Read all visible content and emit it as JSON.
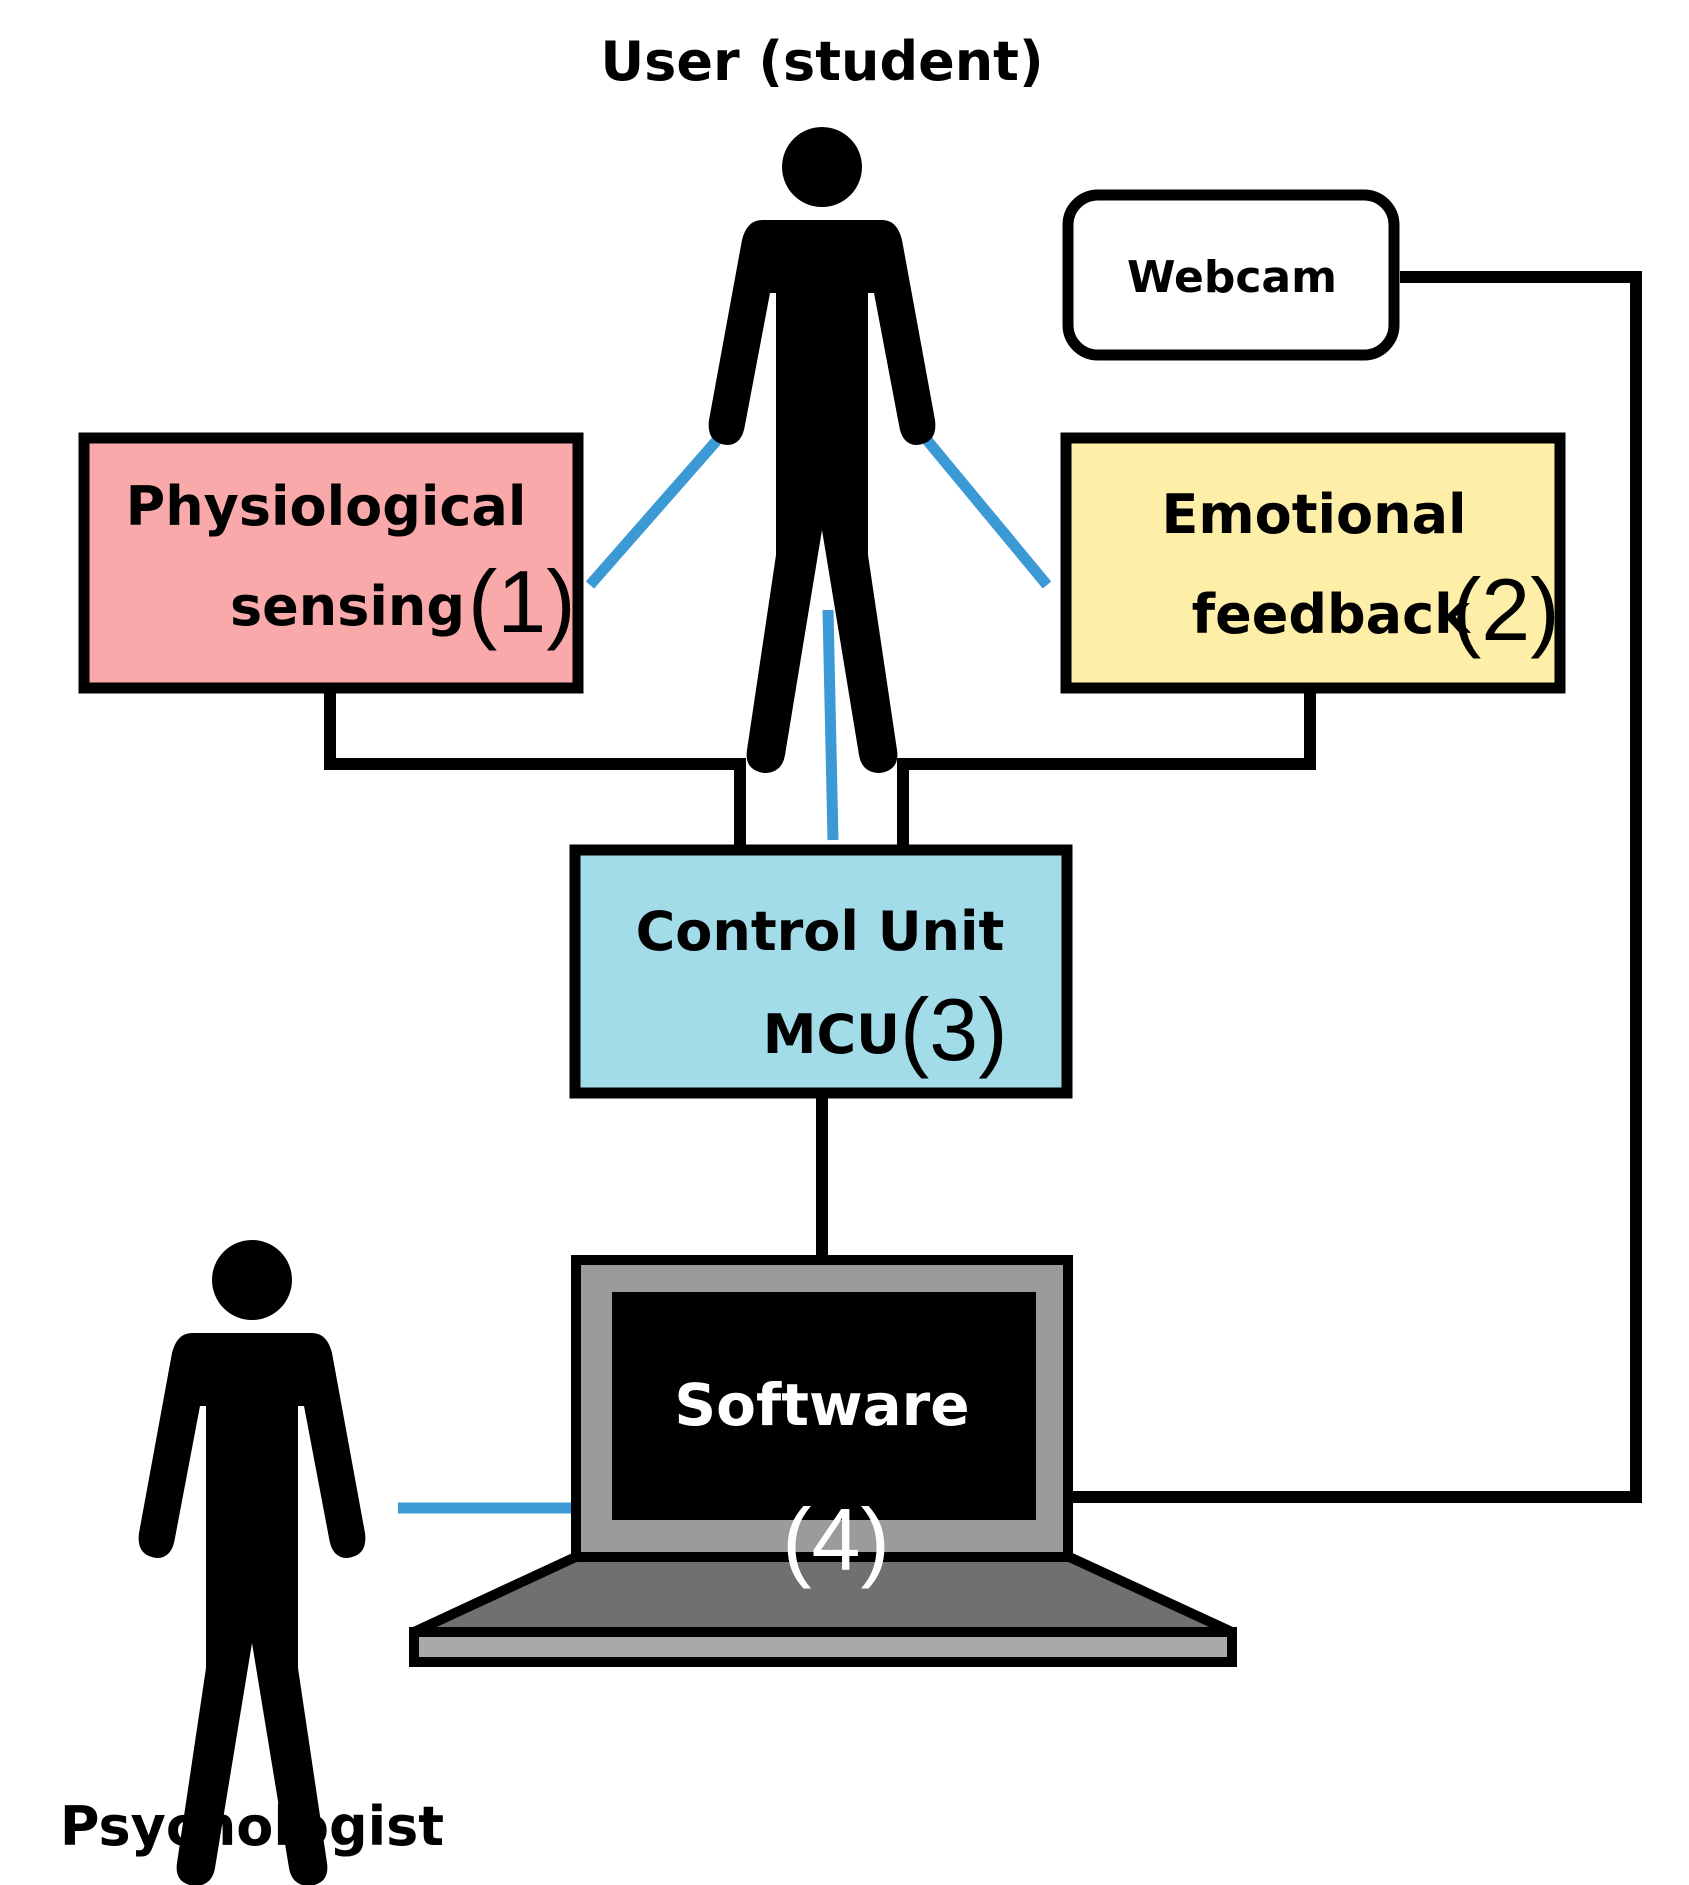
{
  "labels": {
    "user": "User (student)",
    "psychologist": "Psychologist",
    "webcam": "Webcam",
    "physio_line1": "Physiological",
    "physio_line2": "sensing",
    "physio_num": "(1)",
    "emo_line1": "Emotional",
    "emo_line2": "feedback",
    "emo_num": "(2)",
    "control_line1": "Control Unit",
    "control_line2": "MCU",
    "control_num": "(3)",
    "software": "Software",
    "software_num": "(4)"
  },
  "colors": {
    "physio_fill": "#f9a9a9",
    "emo_fill": "#fdeea8",
    "control_fill": "#a3dce9",
    "wire": "#000000",
    "link_blue": "#3b9ad6",
    "laptop_frame": "#9b9b9b",
    "laptop_base": "#707070",
    "screen": "#000000"
  },
  "icons": {
    "user": "person-icon",
    "psychologist": "person-icon",
    "laptop": "laptop-icon"
  }
}
